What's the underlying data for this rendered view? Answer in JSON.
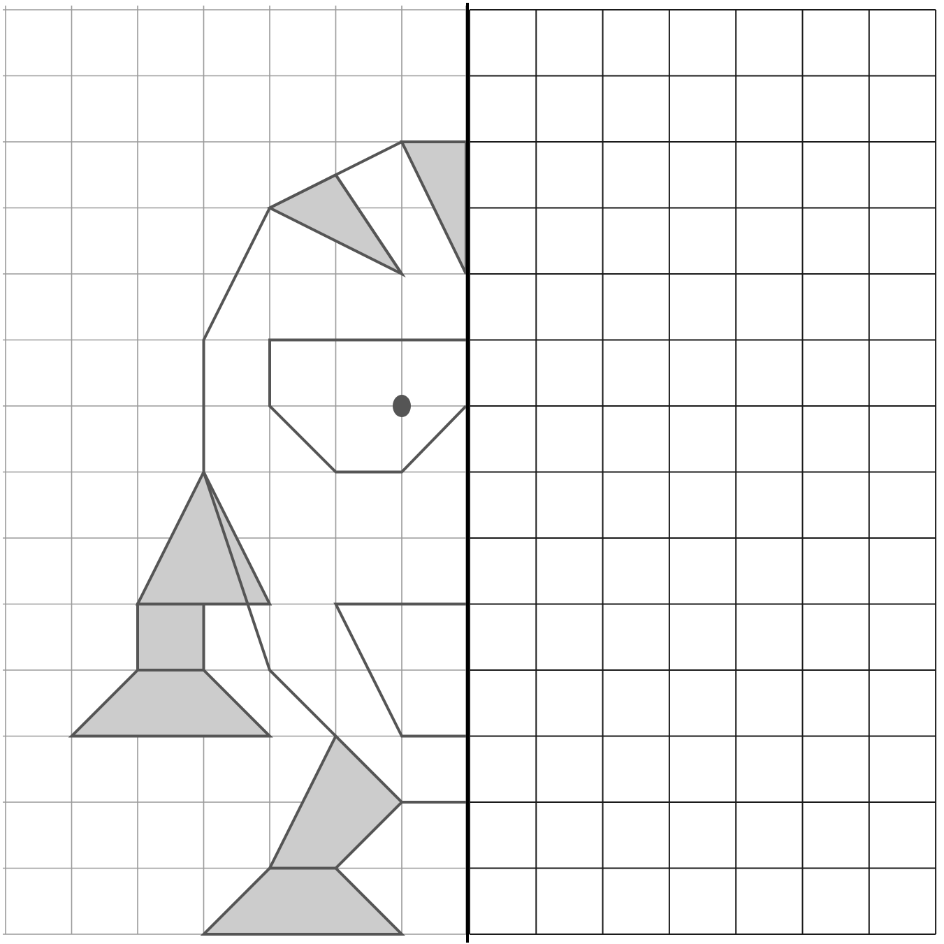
{
  "worksheet": {
    "task": "mirror-symmetry",
    "grid": {
      "rows": 14,
      "left_half_columns": 7,
      "right_half_columns": 7
    },
    "colors": {
      "left_grid_lines": "#9a9a9a",
      "right_grid_lines": "#1a1a1a",
      "axis_line": "#000000",
      "figure_outline": "#555555",
      "figure_fill": "#cccccc",
      "eye_dot": "#555555",
      "background": "#ffffff"
    },
    "figure_half": {
      "shaded_parts": [
        {
          "name": "hat-shade-top",
          "cells": [
            [
              7,
              2
            ],
            [
              6,
              2
            ],
            [
              7,
              4
            ]
          ]
        },
        {
          "name": "hat-shade-small",
          "cells": [
            [
              4,
              3
            ],
            [
              5,
              2.5
            ],
            [
              6,
              4
            ]
          ]
        },
        {
          "name": "body-triangle",
          "cells": [
            [
              3,
              7
            ],
            [
              2,
              9
            ],
            [
              4,
              9
            ]
          ]
        },
        {
          "name": "body-column",
          "cells": [
            [
              2,
              9
            ],
            [
              3,
              9
            ],
            [
              3,
              10
            ],
            [
              2,
              10
            ]
          ]
        },
        {
          "name": "left-foot",
          "cells": [
            [
              1,
              11
            ],
            [
              2,
              10
            ],
            [
              3,
              10
            ],
            [
              4,
              11
            ]
          ]
        },
        {
          "name": "leg-shape",
          "cells": [
            [
              4,
              13
            ],
            [
              5,
              11
            ],
            [
              6,
              12
            ],
            [
              5,
              13
            ]
          ]
        },
        {
          "name": "right-foot",
          "cells": [
            [
              3,
              14
            ],
            [
              4,
              13
            ],
            [
              5,
              13
            ],
            [
              6,
              14
            ]
          ]
        }
      ],
      "outline_paths": [
        {
          "name": "back-outline",
          "cells": [
            [
              6,
              2
            ],
            [
              5,
              2.5
            ],
            [
              4,
              3
            ],
            [
              3,
              5
            ],
            [
              3,
              7
            ],
            [
              4,
              10
            ],
            [
              5,
              11
            ]
          ]
        },
        {
          "name": "hat-diagonal",
          "cells": [
            [
              5,
              2.5
            ],
            [
              6,
              4
            ]
          ]
        },
        {
          "name": "face",
          "cells": [
            [
              7,
              5
            ],
            [
              4,
              5
            ],
            [
              4,
              6
            ],
            [
              5,
              7
            ],
            [
              6,
              7
            ],
            [
              7,
              6
            ]
          ]
        },
        {
          "name": "arm",
          "cells": [
            [
              7,
              9
            ],
            [
              5,
              9
            ],
            [
              6,
              11
            ],
            [
              7,
              11
            ]
          ]
        },
        {
          "name": "step-line",
          "cells": [
            [
              6,
              12
            ],
            [
              7,
              12
            ]
          ]
        }
      ],
      "eye": {
        "cell": [
          6,
          6
        ]
      }
    }
  }
}
